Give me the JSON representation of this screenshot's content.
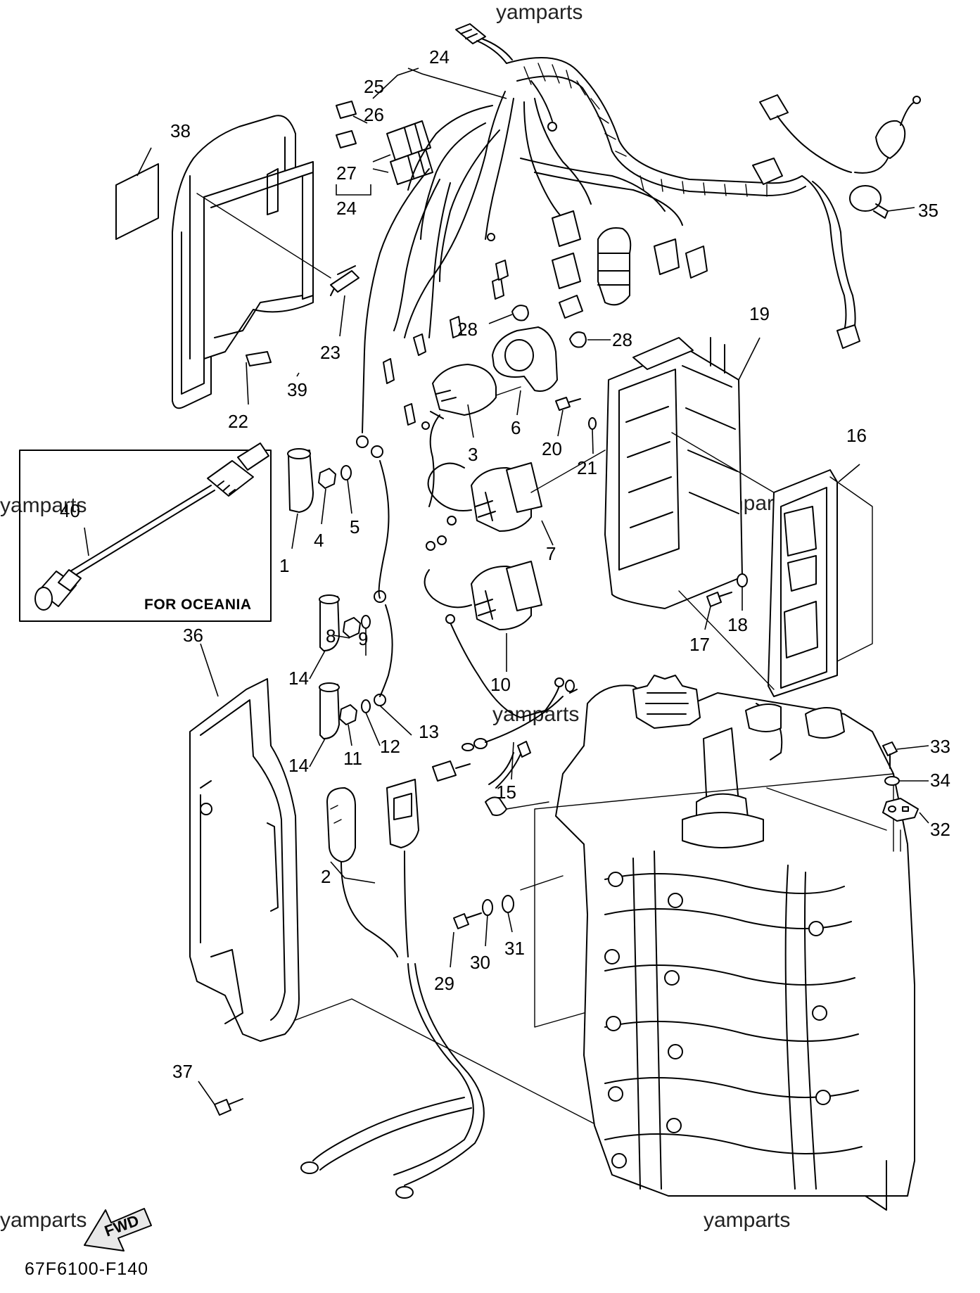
{
  "watermarks": [
    "yamparts",
    "yamparts",
    "yamparts",
    "yamparts",
    "yamparts"
  ],
  "diagram_code": "67F6100-F140",
  "fwd_label": "FWD",
  "inset_caption": "FOR OCEANIA",
  "callouts": [
    {
      "id": "1",
      "text": "1"
    },
    {
      "id": "2",
      "text": "2"
    },
    {
      "id": "3",
      "text": "3"
    },
    {
      "id": "4",
      "text": "4"
    },
    {
      "id": "5",
      "text": "5"
    },
    {
      "id": "6",
      "text": "6"
    },
    {
      "id": "7",
      "text": "7"
    },
    {
      "id": "8",
      "text": "8"
    },
    {
      "id": "9",
      "text": "9"
    },
    {
      "id": "10",
      "text": "10"
    },
    {
      "id": "11",
      "text": "11"
    },
    {
      "id": "12",
      "text": "12"
    },
    {
      "id": "13",
      "text": "13"
    },
    {
      "id": "14a",
      "text": "14"
    },
    {
      "id": "14b",
      "text": "14"
    },
    {
      "id": "15",
      "text": "15"
    },
    {
      "id": "16",
      "text": "16"
    },
    {
      "id": "17",
      "text": "17"
    },
    {
      "id": "18",
      "text": "18"
    },
    {
      "id": "19",
      "text": "19"
    },
    {
      "id": "20",
      "text": "20"
    },
    {
      "id": "21",
      "text": "21"
    },
    {
      "id": "22",
      "text": "22"
    },
    {
      "id": "23",
      "text": "23"
    },
    {
      "id": "24a",
      "text": "24"
    },
    {
      "id": "24b",
      "text": "24"
    },
    {
      "id": "25",
      "text": "25"
    },
    {
      "id": "26",
      "text": "26"
    },
    {
      "id": "27",
      "text": "27"
    },
    {
      "id": "28a",
      "text": "28"
    },
    {
      "id": "28b",
      "text": "28"
    },
    {
      "id": "29",
      "text": "29"
    },
    {
      "id": "30",
      "text": "30"
    },
    {
      "id": "31",
      "text": "31"
    },
    {
      "id": "32",
      "text": "32"
    },
    {
      "id": "33",
      "text": "33"
    },
    {
      "id": "34",
      "text": "34"
    },
    {
      "id": "35",
      "text": "35"
    },
    {
      "id": "36",
      "text": "36"
    },
    {
      "id": "37",
      "text": "37"
    },
    {
      "id": "38",
      "text": "38"
    },
    {
      "id": "39",
      "text": "39"
    },
    {
      "id": "40",
      "text": "40"
    }
  ]
}
